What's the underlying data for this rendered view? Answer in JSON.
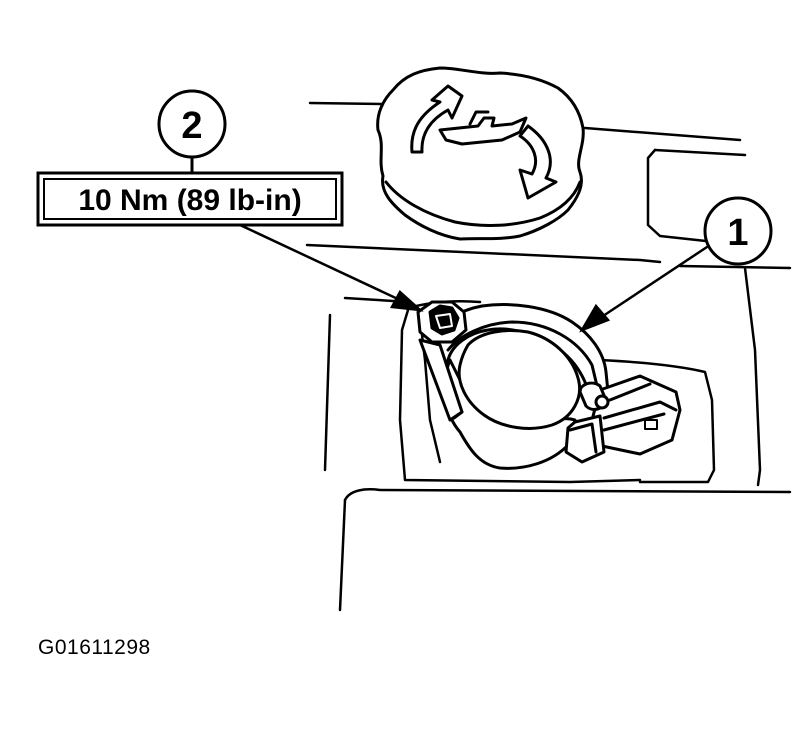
{
  "callouts": [
    {
      "number": "1",
      "target": "clamp"
    },
    {
      "number": "2",
      "target": "bolt"
    }
  ],
  "torque_spec": "10 Nm (89 lb-in)",
  "figure_id": "G01611298"
}
